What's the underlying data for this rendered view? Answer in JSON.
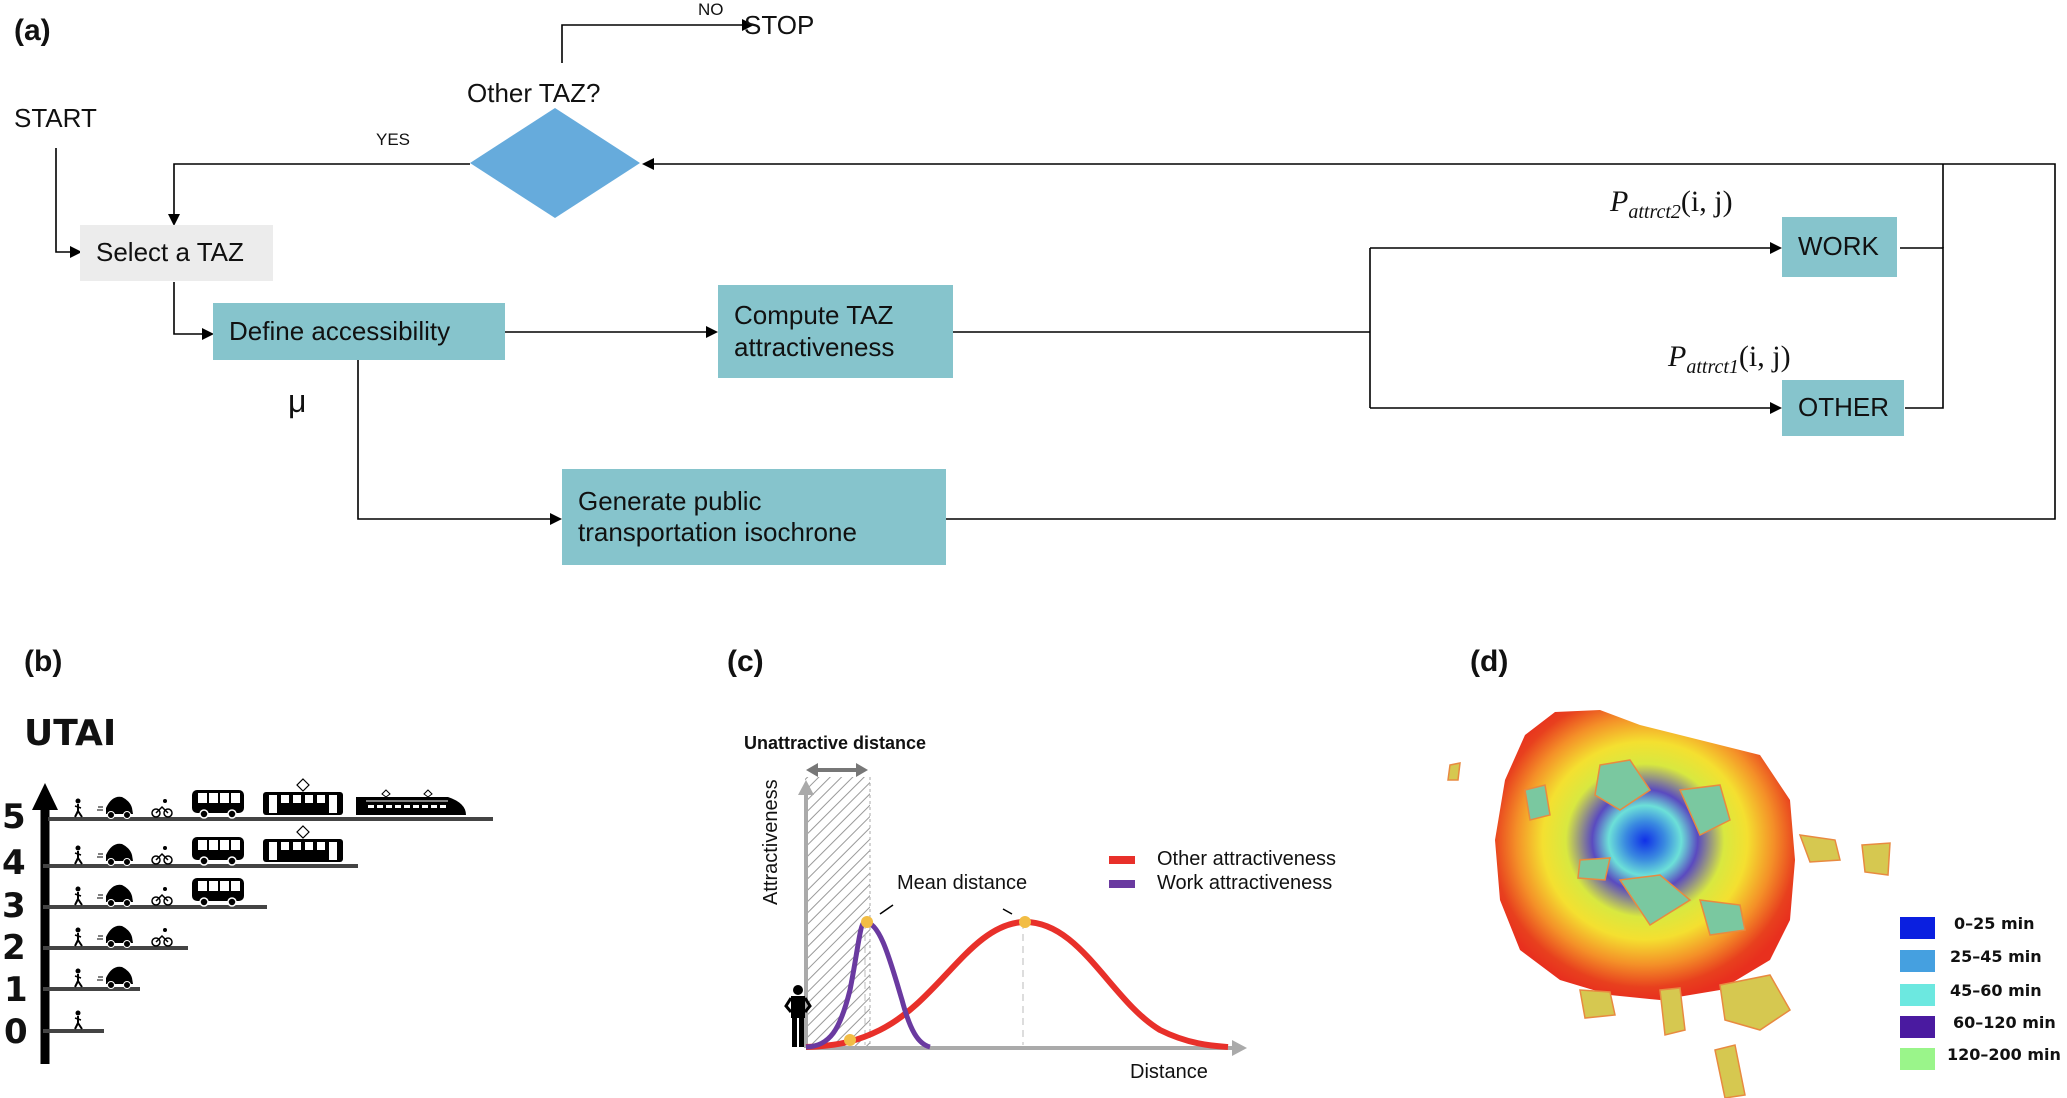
{
  "panels": {
    "a": {
      "label": "(a)",
      "start": "START",
      "stop": "STOP",
      "no": "NO",
      "yes": "YES",
      "decision": "Other TAZ?",
      "select": "Select a TAZ",
      "define": "Define  accessibility",
      "compute_line1": "Compute TAZ",
      "compute_line2": "attractiveness",
      "generate_line1": "Generate public",
      "generate_line2": "transportation isochrone",
      "mu": "μ",
      "work": "WORK",
      "other": "OTHER",
      "p_work_base": "P",
      "p_work_sub": "attrct2",
      "p_work_args": "(i, j)",
      "p_other_base": "P",
      "p_other_sub": "attrct1",
      "p_other_args": "(i, j)",
      "colors": {
        "teal": "#86c4cc",
        "grey": "#ececec",
        "diamond": "#66abdc"
      }
    },
    "b": {
      "label": "(b)",
      "title": "UTAI",
      "levels": [
        {
          "level": "0",
          "modes": [
            "walk"
          ]
        },
        {
          "level": "1",
          "modes": [
            "walk",
            "car"
          ]
        },
        {
          "level": "2",
          "modes": [
            "walk",
            "car",
            "bike"
          ]
        },
        {
          "level": "3",
          "modes": [
            "walk",
            "car",
            "bike",
            "bus"
          ]
        },
        {
          "level": "4",
          "modes": [
            "walk",
            "car",
            "bike",
            "bus",
            "tram"
          ]
        },
        {
          "level": "5",
          "modes": [
            "walk",
            "car",
            "bike",
            "bus",
            "tram",
            "train"
          ]
        }
      ]
    },
    "c": {
      "label": "(c)",
      "unattractive": "Unattractive distance",
      "ylabel": "Attractiveness",
      "xlabel": "Distance",
      "mean": "Mean distance",
      "legend": [
        {
          "name": "Other attractiveness",
          "color": "#e8302a"
        },
        {
          "name": "Work attractiveness",
          "color": "#6a3aa0"
        }
      ]
    },
    "d": {
      "label": "(d)",
      "legend": [
        {
          "name": "0–25 min",
          "color": "#0a1fe0"
        },
        {
          "name": "25–45 min",
          "color": "#45a0e0"
        },
        {
          "name": "45–60 min",
          "color": "#6ce8e0"
        },
        {
          "name": "60–120 min",
          "color": "#4a1aa0"
        },
        {
          "name": "120–200 min",
          "color": "#9af58a"
        }
      ]
    }
  }
}
